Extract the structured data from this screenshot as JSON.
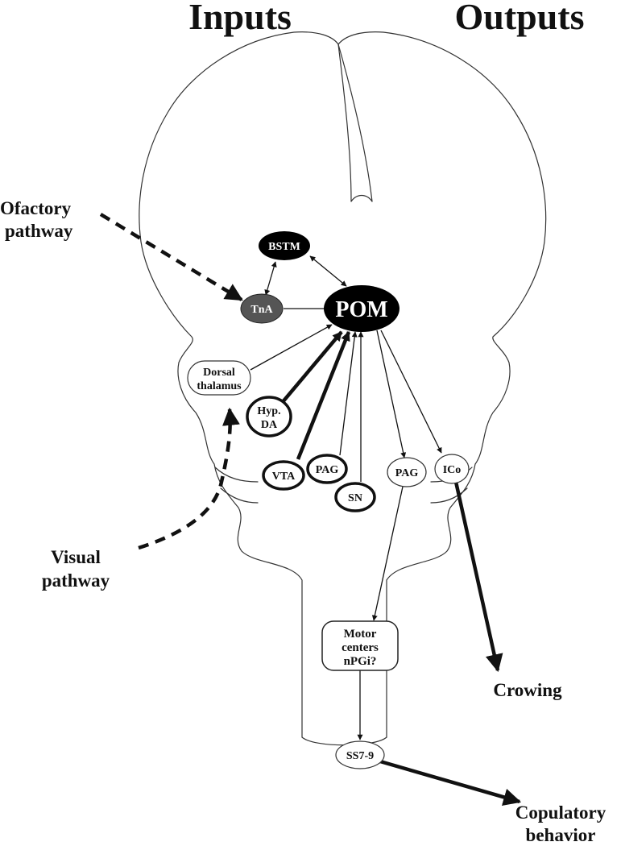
{
  "headings": {
    "inputs": "Inputs",
    "outputs": "Outputs"
  },
  "labels": {
    "olfactory": [
      "Ofactory",
      "pathway"
    ],
    "visual": [
      "Visual",
      "pathway"
    ],
    "crowing": "Crowing",
    "copulatory": [
      "Copulatory",
      "behavior"
    ]
  },
  "nodes": {
    "bstm": "BSTM",
    "tna": "TnA",
    "pom": "POM",
    "dorsal_thalamus": [
      "Dorsal",
      "thalamus"
    ],
    "hyp_da": [
      "Hyp.",
      "DA"
    ],
    "vta": "VTA",
    "pag_input": "PAG",
    "sn": "SN",
    "pag_output": "PAG",
    "ico": "ICo",
    "motor_centers": [
      "Motor",
      "centers",
      "nPGi?"
    ],
    "ss79": "SS7-9"
  },
  "colors": {
    "ink": "#111111",
    "tna_fill": "#555555",
    "pom_fill": "#000000",
    "outline": "#333333"
  }
}
